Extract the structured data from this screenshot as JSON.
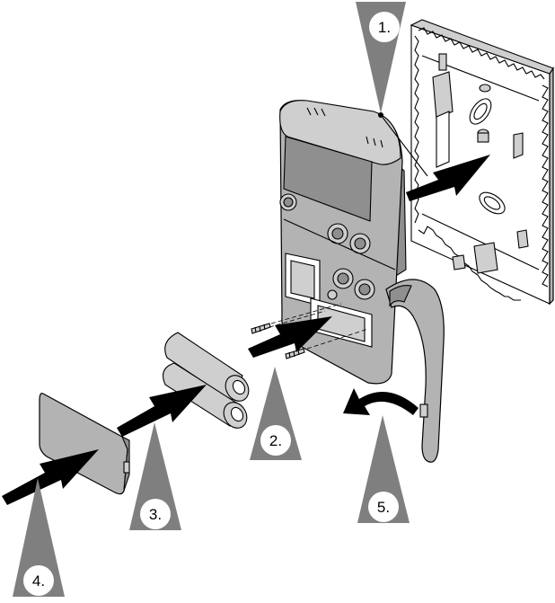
{
  "steps": [
    {
      "id": "step1",
      "label": "1."
    },
    {
      "id": "step2",
      "label": "2."
    },
    {
      "id": "step3",
      "label": "3."
    },
    {
      "id": "step4",
      "label": "4."
    },
    {
      "id": "step5",
      "label": "5."
    }
  ]
}
